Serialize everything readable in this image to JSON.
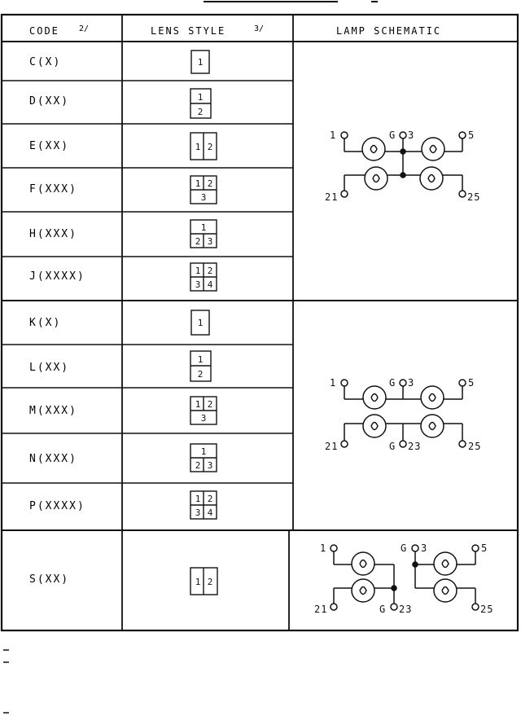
{
  "table": {
    "headers": {
      "code": "CODE",
      "code_note": "2/",
      "lens": "LENS STYLE",
      "lens_note": "3/",
      "schematic": "LAMP SCHEMATIC"
    },
    "rows": [
      {
        "code": "C(X)",
        "lens": [
          "1"
        ]
      },
      {
        "code": "D(XX)",
        "lens": [
          "1",
          "2"
        ]
      },
      {
        "code": "E(XX)",
        "lens": [
          "1",
          "2"
        ]
      },
      {
        "code": "F(XXX)",
        "lens": [
          "1",
          "2",
          "3"
        ]
      },
      {
        "code": "H(XXX)",
        "lens": [
          "1",
          "2",
          "3"
        ]
      },
      {
        "code": "J(XXXX)",
        "lens": [
          "1",
          "2",
          "3",
          "4"
        ]
      },
      {
        "code": "K(X)",
        "lens": [
          "1"
        ]
      },
      {
        "code": "L(XX)",
        "lens": [
          "1",
          "2"
        ]
      },
      {
        "code": "M(XXX)",
        "lens": [
          "1",
          "2",
          "3"
        ]
      },
      {
        "code": "N(XXX)",
        "lens": [
          "1",
          "2",
          "3"
        ]
      },
      {
        "code": "P(XXXX)",
        "lens": [
          "1",
          "2",
          "3",
          "4"
        ]
      },
      {
        "code": "S(XX)",
        "lens": [
          "1",
          "2"
        ]
      }
    ],
    "schematics": [
      {
        "labels": {
          "t1": "1",
          "g": "G",
          "t3": "3",
          "t5": "5",
          "t21": "21",
          "t25": "25"
        }
      },
      {
        "labels": {
          "t1": "1",
          "g": "G",
          "t3": "3",
          "t5": "5",
          "t21": "21",
          "g2": "G",
          "t23": "23",
          "t25": "25"
        }
      },
      {
        "labels": {
          "t1": "1",
          "g": "G",
          "t3": "3",
          "t5": "5",
          "t21": "21",
          "g2": "G",
          "t23": "23",
          "t25": "25"
        }
      }
    ]
  }
}
